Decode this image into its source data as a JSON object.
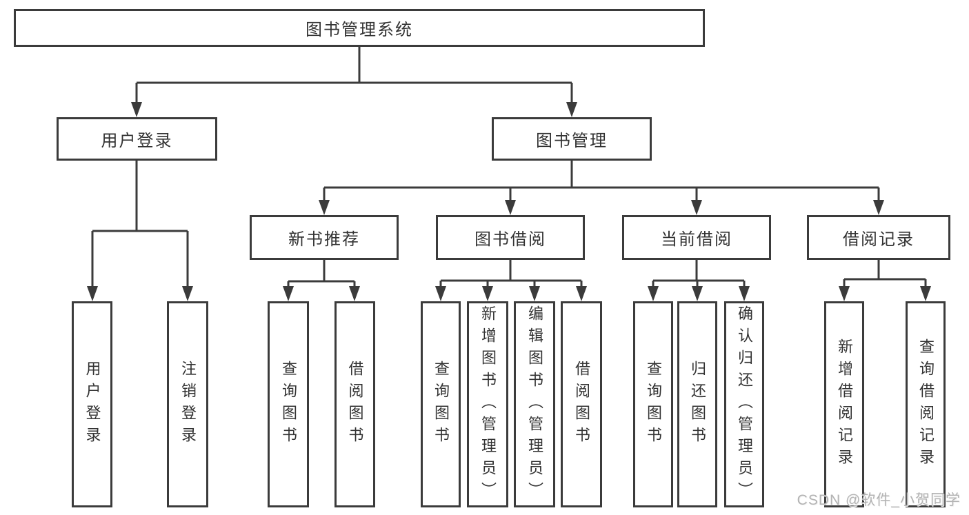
{
  "tree": {
    "label": "图书管理系统",
    "children": [
      {
        "label": "用户登录",
        "children": [
          {
            "label": "用户登录"
          },
          {
            "label": "注销登录"
          }
        ]
      },
      {
        "label": "图书管理",
        "children": [
          {
            "label": "新书推荐",
            "children": [
              {
                "label": "查询图书"
              },
              {
                "label": "借阅图书"
              }
            ]
          },
          {
            "label": "图书借阅",
            "children": [
              {
                "label": "查询图书"
              },
              {
                "label": "新增图书（管理员）"
              },
              {
                "label": "编辑图书（管理员）"
              },
              {
                "label": "借阅图书"
              }
            ]
          },
          {
            "label": "当前借阅",
            "children": [
              {
                "label": "查询图书"
              },
              {
                "label": "归还图书"
              },
              {
                "label": "确认归还（管理员）"
              }
            ]
          },
          {
            "label": "借阅记录",
            "children": [
              {
                "label": "新增借阅记录"
              },
              {
                "label": "查询借阅记录"
              }
            ]
          }
        ]
      }
    ]
  },
  "watermark": {
    "text": "CSDN @软件_小贺同学",
    "color": "#b3b3b3"
  },
  "colors": {
    "line": "#3b3b3b",
    "box_border": "#3b3b3b",
    "text": "#333333",
    "box_fill": "#ffffff",
    "background": "#ffffff"
  }
}
